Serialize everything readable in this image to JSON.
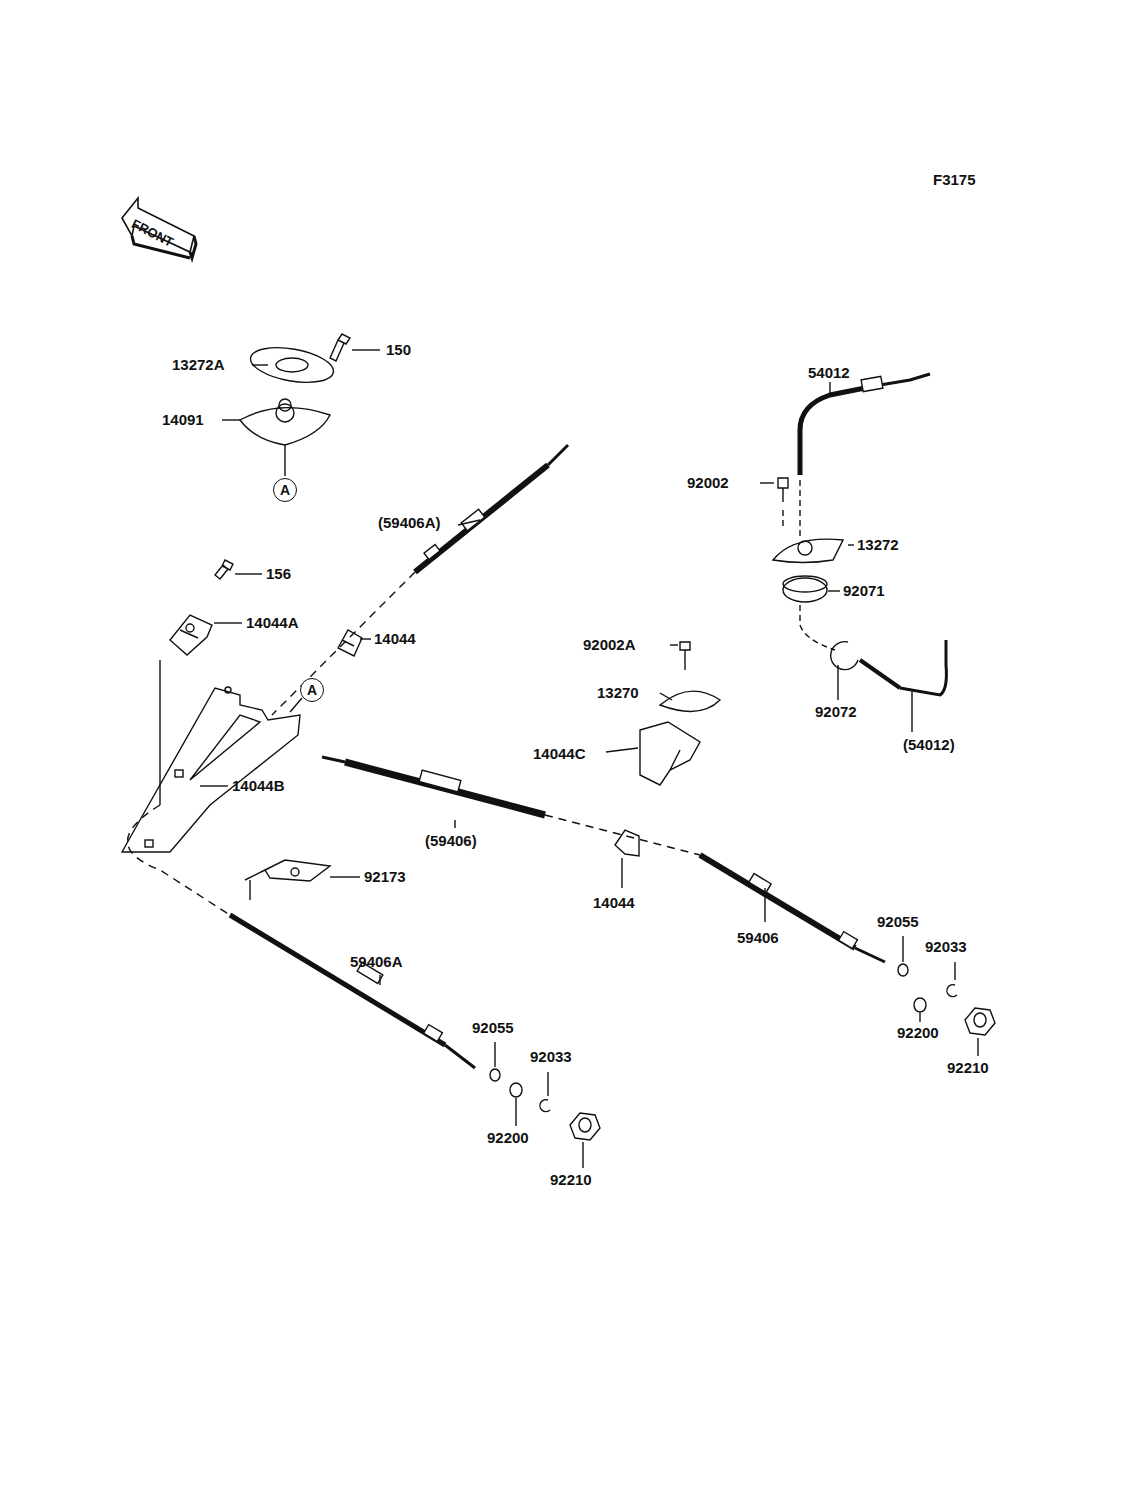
{
  "diagram": {
    "nodes": [
      {
        "text": [
          "FRONT"
        ]
      },
      {
        "text": [
          "A"
        ]
      },
      {
        "text": [
          "A"
        ]
      }
    ],
    "labels": [
      "F3175",
      "13272A",
      "150",
      "14091",
      "(59406A)",
      "156",
      "14044A",
      "14044",
      "14044B",
      "(59406)",
      "92173",
      "59406A",
      "92055",
      "92033",
      "92200",
      "92210",
      "54012",
      "92002",
      "13272",
      "92071",
      "92002A",
      "13270",
      "14044C",
      "92072",
      "(54012)",
      "14044",
      "59406",
      "92055",
      "92033",
      "92200",
      "92210"
    ]
  }
}
